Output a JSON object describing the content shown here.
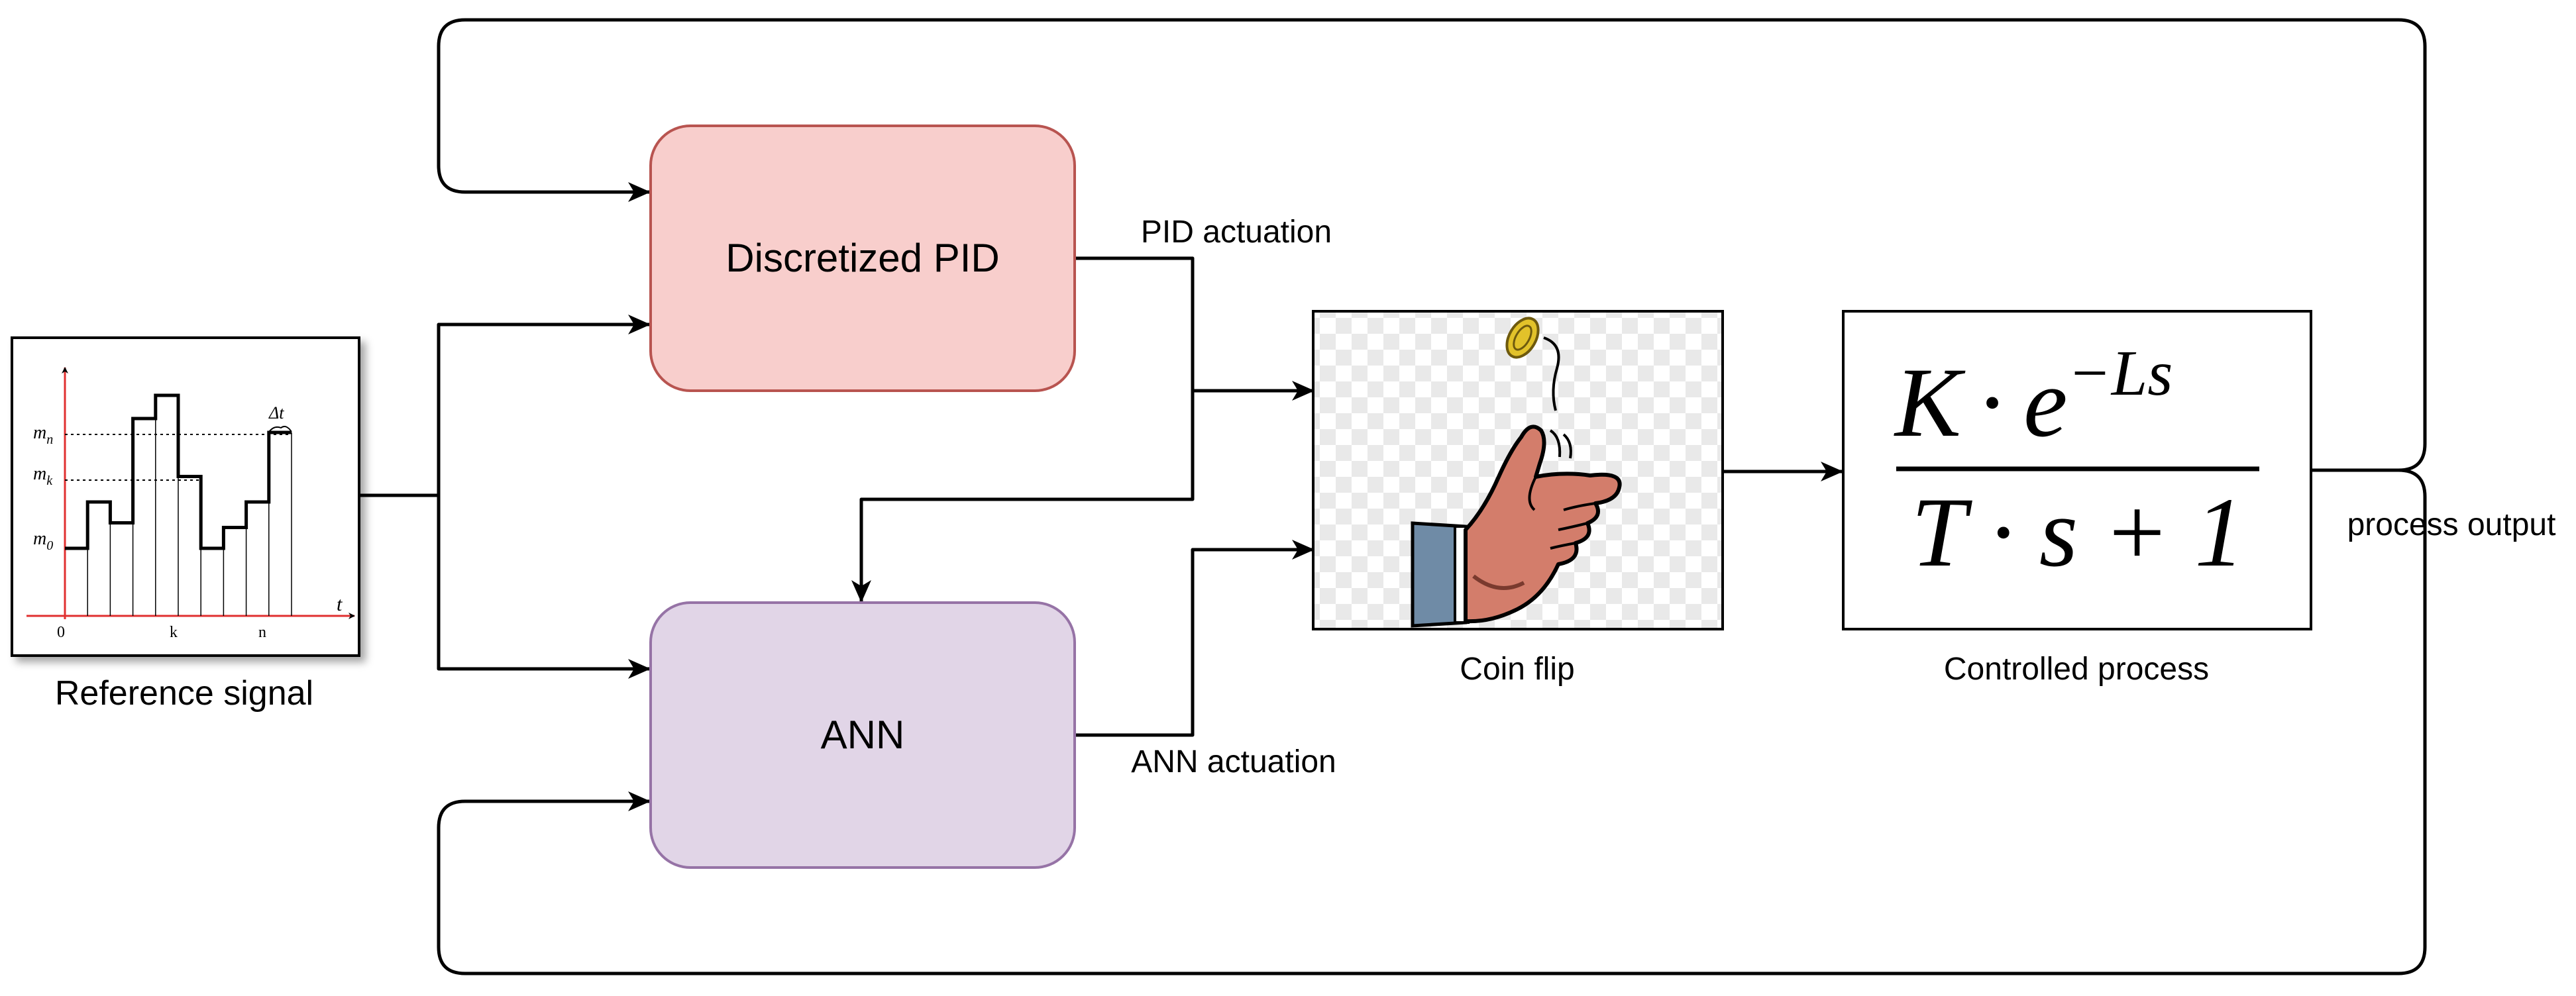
{
  "blocks": {
    "reference": {
      "label": "Reference signal"
    },
    "pid": {
      "label": "Discretized PID",
      "fill": "#f8cecc",
      "stroke": "#b85450"
    },
    "ann": {
      "label": "ANN",
      "fill": "#e1d5e7",
      "stroke": "#9673a6"
    },
    "coin": {
      "label": "Coin flip"
    },
    "process": {
      "label": "Controlled process"
    }
  },
  "edges": {
    "pid_actuation": "PID actuation",
    "ann_actuation": "ANN actuation",
    "process_output": "process output"
  },
  "transfer_function": {
    "num_K": "K",
    "num_dot": "·",
    "num_e": "e",
    "num_exp": "−Ls",
    "den": "T · s + 1"
  },
  "signal_plot": {
    "m_n": "m",
    "m_n_sub": "n",
    "m_k": "m",
    "m_k_sub": "k",
    "m_0": "m",
    "m_0_sub": "0",
    "t_axis": "t",
    "delta_t": "Δt",
    "tick_0": "0",
    "tick_k": "k",
    "tick_n": "n",
    "levels": [
      0,
      0.4,
      0.22,
      1.12,
      1.32,
      0.62,
      0,
      0.18,
      0.4,
      1.0
    ]
  },
  "colors": {
    "axis": "#e03030",
    "wire": "#000000"
  },
  "icons": {
    "coin": "coin-icon",
    "hand": "thumb-flick-hand-icon"
  }
}
